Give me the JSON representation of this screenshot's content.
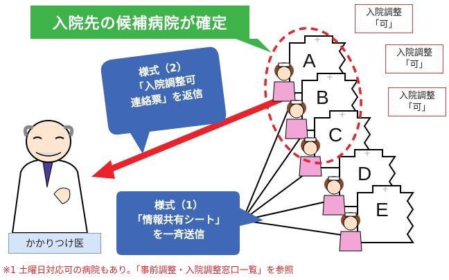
{
  "banner": {
    "text": "入院先の候補病院が確定"
  },
  "form2": {
    "lines": [
      "様式（2）",
      "「入院調整可",
      "連絡票」を返信"
    ]
  },
  "form1": {
    "lines": [
      "様式（1）",
      "「情報共有シート」",
      "を一斉送信"
    ]
  },
  "doctor": {
    "label": "かかりつけ医"
  },
  "hospitals": [
    "A",
    "B",
    "C",
    "D",
    "E"
  ],
  "status_tags": [
    {
      "line1": "入院調整",
      "line2": "「可」"
    },
    {
      "line1": "入院調整",
      "line2": "「可」"
    },
    {
      "line1": "入院調整",
      "line2": "「可」"
    }
  ],
  "footnote": {
    "text": "※1 土曜日対応可の病院もあり。「事前調整・入院調整窓口一覧」を参照"
  },
  "colors": {
    "banner": "#3eb34a",
    "callout": "#3f69b6",
    "arrow_red": "#e8232a",
    "tag_border": "#e23b3b",
    "nurse": "#f2a6d6"
  },
  "icons": {
    "doctor": "doctor-icon",
    "nurse": "nurse-icon",
    "hospital": "hospital-building-icon"
  }
}
